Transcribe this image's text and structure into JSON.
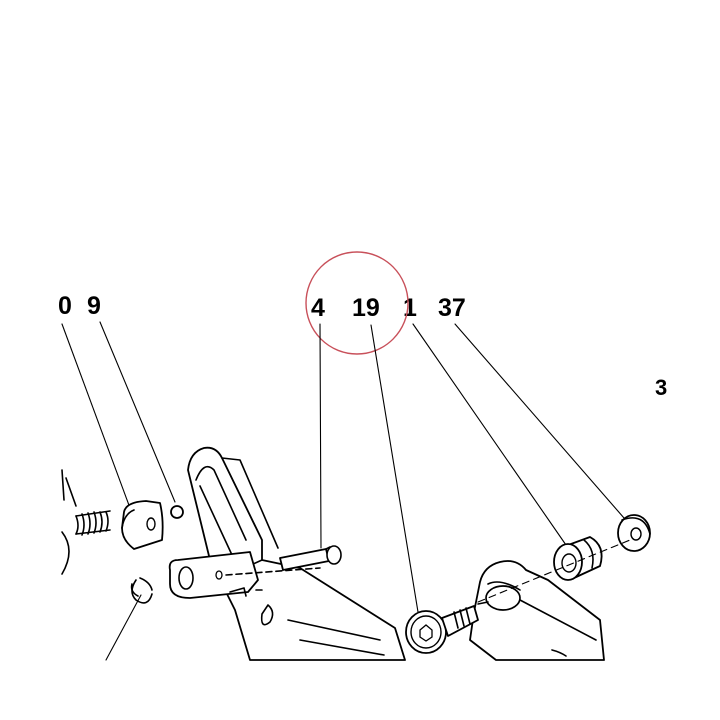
{
  "diagram": {
    "callouts": {
      "c0": "0",
      "c9": "9",
      "c4": "4",
      "c19": "19",
      "c1": "1",
      "c37": "37",
      "c3": "3"
    },
    "highlight_color": "#c8505a",
    "ink_color": "#000000"
  }
}
